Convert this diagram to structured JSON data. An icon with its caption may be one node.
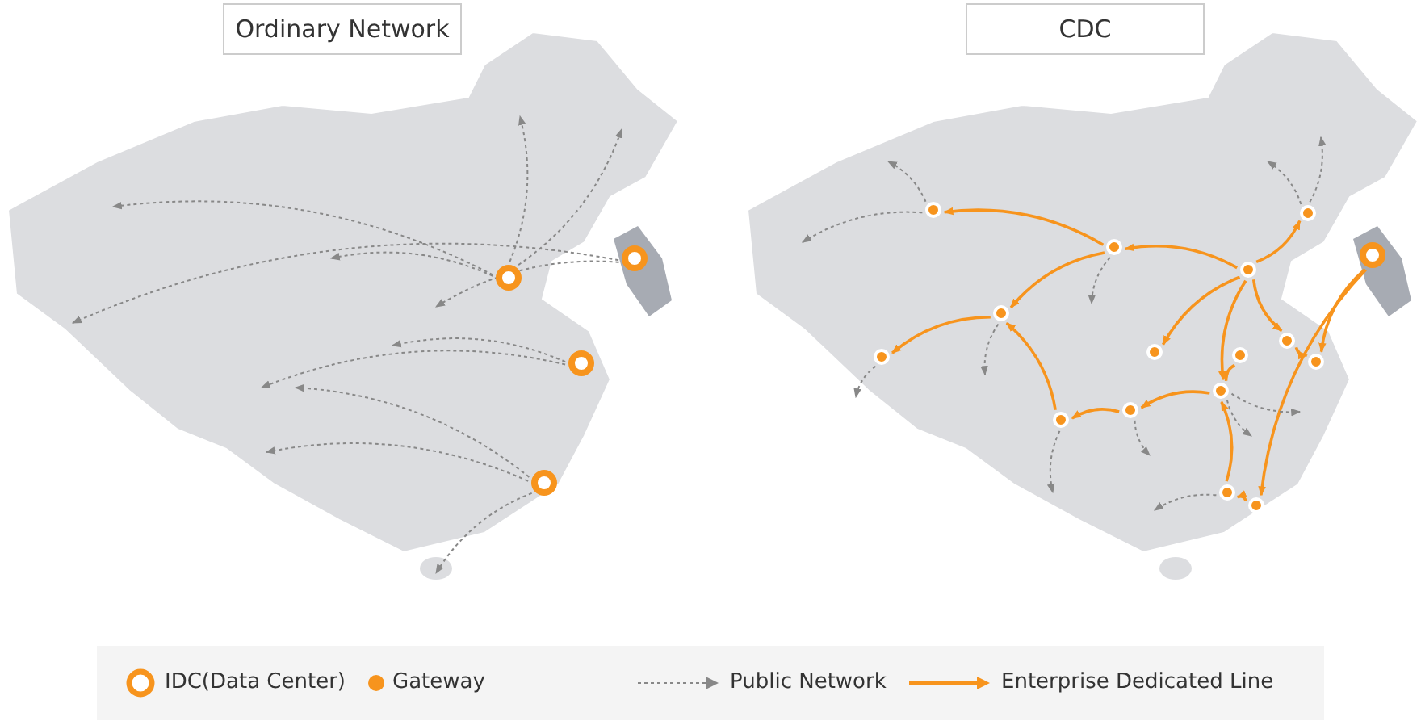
{
  "diagram": {
    "nodes": [
      {
        "text": [
          "Ordinary Network"
        ]
      },
      {
        "text": [],
        "shape": "circle"
      },
      {
        "text": [],
        "shape": "circle"
      },
      {
        "text": [],
        "shape": "circle"
      },
      {
        "text": [],
        "shape": "circle"
      },
      {
        "text": [
          "CDC"
        ]
      },
      {
        "text": [],
        "shape": "circle"
      },
      {
        "text": [],
        "shape": "circle"
      },
      {
        "text": [],
        "shape": "circle"
      },
      {
        "text": [],
        "shape": "circle"
      },
      {
        "text": [],
        "shape": "circle"
      },
      {
        "text": [],
        "shape": "circle"
      },
      {
        "text": [],
        "shape": "circle"
      },
      {
        "text": [],
        "shape": "circle"
      },
      {
        "text": [],
        "shape": "circle"
      },
      {
        "text": [],
        "shape": "circle"
      },
      {
        "text": [],
        "shape": "circle"
      },
      {
        "text": [],
        "shape": "circle"
      },
      {
        "text": [],
        "shape": "circle"
      },
      {
        "text": [],
        "shape": "circle"
      },
      {
        "text": [],
        "shape": "circle"
      },
      {
        "text": [],
        "shape": "circle"
      }
    ],
    "edges": [
      {
        "from": 1,
        "to": null,
        "arrow": "to",
        "style": "dashed",
        "color": "#888888"
      },
      {
        "from": 1,
        "to": null,
        "arrow": "to",
        "style": "dashed",
        "color": "#888888"
      },
      {
        "from": 1,
        "to": null,
        "arrow": "to",
        "style": "dashed",
        "color": "#888888"
      },
      {
        "from": 1,
        "to": null,
        "arrow": "to",
        "style": "dashed",
        "color": "#888888"
      },
      {
        "from": 2,
        "to": null,
        "arrow": "to",
        "style": "dashed",
        "color": "#888888"
      },
      {
        "from": 3,
        "to": null,
        "arrow": "to",
        "style": "dashed",
        "color": "#888888"
      },
      {
        "from": 3,
        "to": null,
        "arrow": "to",
        "style": "dashed",
        "color": "#888888"
      },
      {
        "from": 4,
        "to": null,
        "arrow": "to",
        "style": "dashed",
        "color": "#888888"
      },
      {
        "from": 4,
        "to": null,
        "arrow": "to",
        "style": "dashed",
        "color": "#888888"
      },
      {
        "from": 2,
        "to": null,
        "arrow": "to",
        "style": "dashed",
        "color": "#888888"
      },
      {
        "from": 4,
        "to": null,
        "arrow": "to",
        "style": "dashed",
        "color": "#888888"
      },
      {
        "from": 9,
        "to": 8,
        "arrow": "to",
        "color": "#f7941d"
      },
      {
        "from": 8,
        "to": 7,
        "arrow": "to",
        "color": "#f7941d"
      },
      {
        "from": 9,
        "to": 10,
        "arrow": "to",
        "color": "#f7941d"
      },
      {
        "from": 8,
        "to": 11,
        "arrow": "to",
        "color": "#f7941d"
      },
      {
        "from": 11,
        "to": 12,
        "arrow": "to",
        "color": "#f7941d"
      },
      {
        "from": 9,
        "to": 13,
        "arrow": "to",
        "color": "#f7941d"
      },
      {
        "from": 9,
        "to": 15,
        "arrow": "to",
        "color": "#f7941d"
      },
      {
        "from": 15,
        "to": 16,
        "arrow": "to",
        "color": "#f7941d"
      },
      {
        "from": 6,
        "to": 16,
        "arrow": "to",
        "color": "#f7941d"
      },
      {
        "from": 6,
        "to": 21,
        "arrow": "to",
        "color": "#f7941d"
      },
      {
        "from": 9,
        "to": 17,
        "arrow": "to",
        "color": "#f7941d"
      },
      {
        "from": 14,
        "to": 17,
        "arrow": "to",
        "color": "#f7941d"
      },
      {
        "from": 17,
        "to": 18,
        "arrow": "to",
        "color": "#f7941d"
      },
      {
        "from": 18,
        "to": 19,
        "arrow": "to",
        "color": "#f7941d"
      },
      {
        "from": 19,
        "to": 11,
        "arrow": "to",
        "color": "#f7941d"
      },
      {
        "from": 20,
        "to": 17,
        "arrow": "to",
        "color": "#f7941d"
      },
      {
        "from": 21,
        "to": 20,
        "arrow": "to",
        "color": "#f7941d"
      },
      {
        "from": 7,
        "to": null,
        "arrow": "to",
        "style": "dashed",
        "color": "#888888"
      },
      {
        "from": 7,
        "to": null,
        "arrow": "to",
        "style": "dashed",
        "color": "#888888"
      },
      {
        "from": 10,
        "to": null,
        "arrow": "to",
        "style": "dashed",
        "color": "#888888"
      },
      {
        "from": 10,
        "to": null,
        "arrow": "to",
        "style": "dashed",
        "color": "#888888"
      },
      {
        "from": 8,
        "to": null,
        "arrow": "to",
        "style": "dashed",
        "color": "#888888"
      },
      {
        "from": 11,
        "to": null,
        "arrow": "to",
        "style": "dashed",
        "color": "#888888"
      },
      {
        "from": 12,
        "to": null,
        "arrow": "to",
        "style": "dashed",
        "color": "#888888"
      },
      {
        "from": 19,
        "to": null,
        "arrow": "to",
        "style": "dashed",
        "color": "#888888"
      },
      {
        "from": 18,
        "to": null,
        "arrow": "to",
        "style": "dashed",
        "color": "#888888"
      },
      {
        "from": 17,
        "to": null,
        "arrow": "to",
        "style": "dashed",
        "color": "#888888"
      },
      {
        "from": 17,
        "to": null,
        "arrow": "to",
        "style": "dashed",
        "color": "#888888"
      },
      {
        "from": 20,
        "to": null,
        "arrow": "to",
        "style": "dashed",
        "color": "#888888"
      }
    ],
    "legend": [
      {
        "text": "IDC(Data Center)"
      },
      {
        "text": "Gateway"
      },
      {
        "text": "Public Network"
      },
      {
        "text": "Enterprise Dedicated Line"
      }
    ]
  }
}
